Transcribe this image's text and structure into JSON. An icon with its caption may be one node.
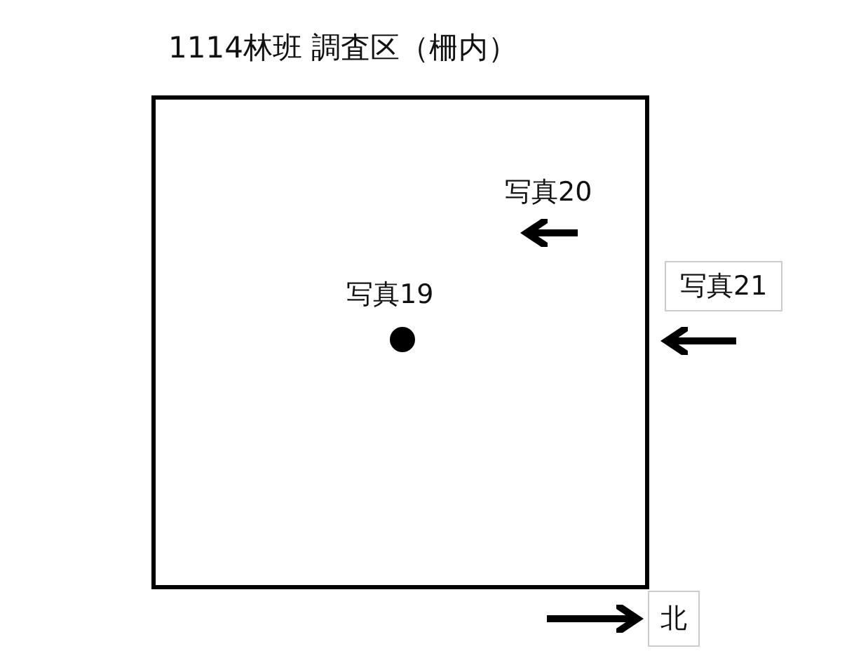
{
  "diagram": {
    "title": "1114林班 調査区（柵内）",
    "nodes": [
      {
        "text": [],
        "shape": "box"
      }
    ],
    "labels": [
      "写真20",
      "写真19",
      "写真21",
      "北"
    ]
  }
}
